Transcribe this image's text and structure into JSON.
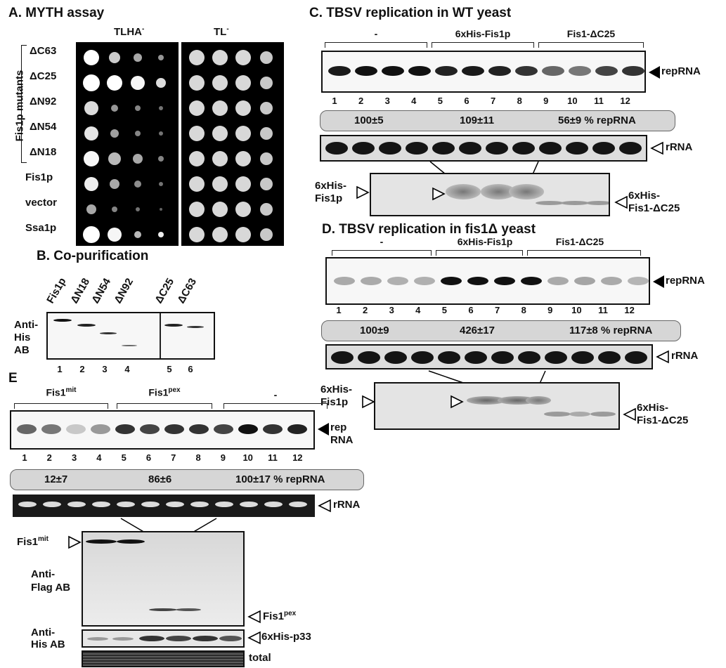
{
  "panelA": {
    "title": "A. MYTH assay",
    "col_left": "TLHA",
    "col_left_sup": "-",
    "col_right": "TL",
    "col_right_sup": "-",
    "side_label": "Fis1p mutants",
    "rows": [
      "ΔC63",
      "ΔC25",
      "ΔN92",
      "ΔN54",
      "ΔN18",
      "Fis1p",
      "vector",
      "Ssa1p"
    ]
  },
  "panelB": {
    "title": "B. Co-purification",
    "lanes": [
      "Fis1p",
      "ΔN18",
      "ΔN54",
      "ΔN92",
      "ΔC25",
      "ΔC63"
    ],
    "antibody_lines": [
      "Anti-",
      "His",
      "AB"
    ],
    "lane_numbers": [
      "1",
      "2",
      "3",
      "4",
      "5",
      "6"
    ]
  },
  "panelC": {
    "title": "C. TBSV replication in WT yeast",
    "groups": [
      "-",
      "6xHis-Fis1p",
      "Fis1-ΔC25"
    ],
    "lane_numbers": [
      "1",
      "2",
      "3",
      "4",
      "5",
      "6",
      "7",
      "8",
      "9",
      "10",
      "11",
      "12"
    ],
    "quant": [
      "100±5",
      "109±11",
      "56±9 % repRNA"
    ],
    "repRNA_label": "repRNA",
    "rRNA_label": "rRNA",
    "left_protein": [
      "6xHis-",
      "Fis1p"
    ],
    "right_protein": [
      "6xHis-",
      "Fis1-ΔC25"
    ]
  },
  "panelD": {
    "title": "D. TBSV replication in fis1Δ yeast",
    "groups": [
      "-",
      "6xHis-Fis1p",
      "Fis1-ΔC25"
    ],
    "lane_numbers": [
      "1",
      "2",
      "3",
      "4",
      "5",
      "6",
      "7",
      "8",
      "9",
      "10",
      "11",
      "12"
    ],
    "quant": [
      "100±9",
      "426±17",
      "117±8 % repRNA"
    ],
    "repRNA_label": "repRNA",
    "rRNA_label": "rRNA",
    "left_protein": [
      "6xHis-",
      "Fis1p"
    ],
    "right_protein": [
      "6xHis-",
      "Fis1-ΔC25"
    ]
  },
  "panelE": {
    "title": "E",
    "groups": [
      "Fis1",
      "mit",
      "Fis1",
      "pex",
      "-"
    ],
    "lane_numbers": [
      "1",
      "2",
      "3",
      "4",
      "5",
      "6",
      "7",
      "8",
      "9",
      "10",
      "11",
      "12"
    ],
    "quant": [
      "12±7",
      "86±6",
      "100±17 % repRNA"
    ],
    "rep_label": [
      "rep",
      "RNA"
    ],
    "rRNA_label": "rRNA",
    "fis1mit_label": [
      "Fis1",
      "mit"
    ],
    "antiflag": [
      "Anti-",
      "Flag AB"
    ],
    "fis1pex_label": [
      "Fis1",
      "pex"
    ],
    "antihis": [
      "Anti-",
      "His AB"
    ],
    "p33_label": "6xHis-p33",
    "total_label": "total"
  }
}
